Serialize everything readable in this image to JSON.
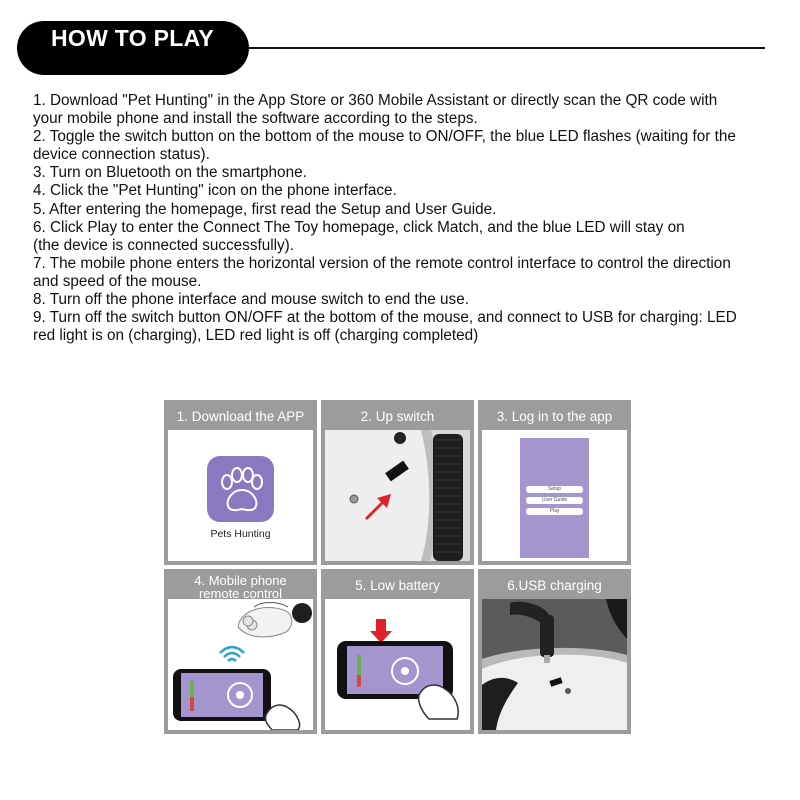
{
  "header": {
    "title": "HOW TO PLAY"
  },
  "steps": {
    "lines": [
      "1. Download \"Pet Hunting\" in the App Store or 360 Mobile Assistant or directly scan the QR code with",
      "your mobile phone and install the software according to the steps.",
      "2. Toggle the switch button on the bottom of the mouse to ON/OFF, the blue LED flashes (waiting for the",
      "device connection status).",
      "3. Turn on Bluetooth on the smartphone.",
      "4. Click the \"Pet Hunting\" icon on the phone interface.",
      "5. After entering the homepage, first read the Setup and User Guide.",
      "6. Click Play to enter the Connect The Toy homepage, click Match, and the blue LED will stay on",
      "(the device is connected successfully).",
      "7. The mobile phone enters the horizontal version of the remote control interface to control the direction",
      "and speed of the mouse.",
      "8. Turn off the phone interface and mouse switch to end the use.",
      "9. Turn off the switch button ON/OFF at the bottom of the mouse, and connect to USB for charging: LED",
      "red light is on (charging), LED red light is off (charging completed)"
    ]
  },
  "cards": {
    "download": {
      "title": "1. Download the APP",
      "app_name": "Pets Hunting"
    },
    "switch": {
      "title": "2. Up switch"
    },
    "login": {
      "title": "3. Log in to the app",
      "buttons": [
        "Setup",
        "User Guide",
        "Play"
      ]
    },
    "remote": {
      "title_line1": "4. Mobile phone",
      "title_line2": "remote control"
    },
    "battery": {
      "title": "5. Low battery"
    },
    "usb": {
      "title": "6.USB charging"
    }
  },
  "colors": {
    "app_purple": "#8a78c0",
    "screen_purple": "#a595cf",
    "card_gray": "#9c9c9c",
    "arrow_red": "#e0202a",
    "wifi_blue": "#2aa3c8"
  }
}
